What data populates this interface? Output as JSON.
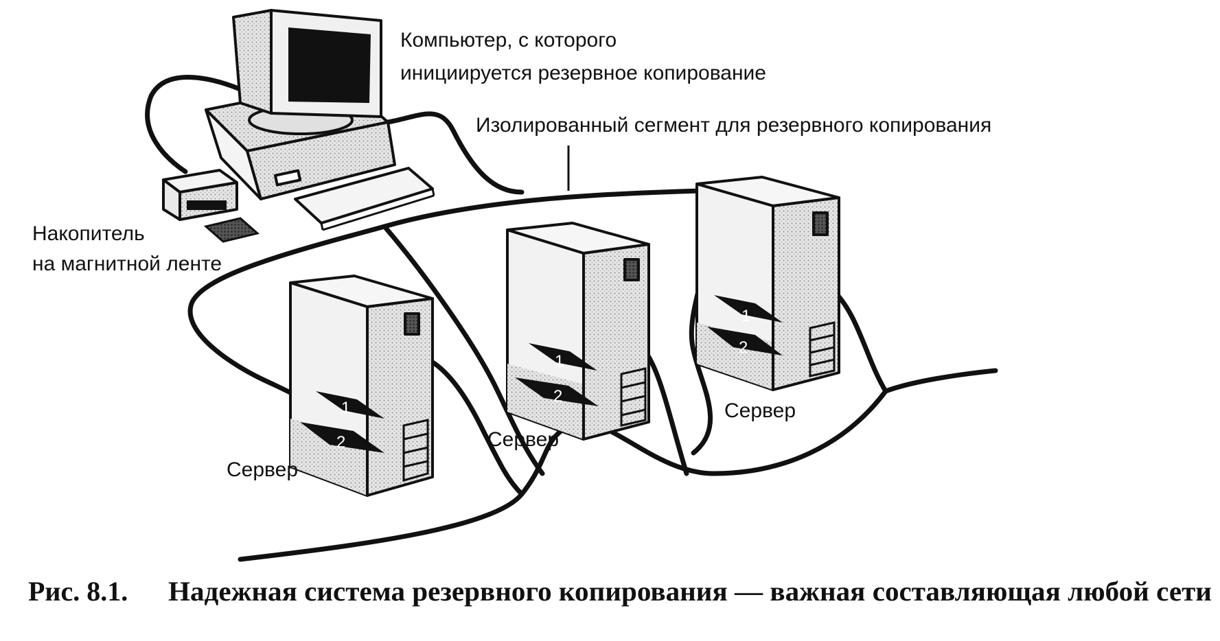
{
  "labels": {
    "computer_line1": "Компьютер, с которого",
    "computer_line2": "инициируется резервное копирование",
    "segment": "Изолированный сегмент для резервного копирования",
    "tape_line1": "Накопитель",
    "tape_line2": "на магнитной ленте",
    "server": "Сервер",
    "port1": "1",
    "port2": "2"
  },
  "caption": {
    "number": "Рис. 8.1.",
    "text": "Надежная система резервного копирования — важная составляющая любой сети"
  },
  "colors": {
    "ink": "#111111",
    "paper": "#ffffff",
    "shade": "#d6d6d6"
  }
}
